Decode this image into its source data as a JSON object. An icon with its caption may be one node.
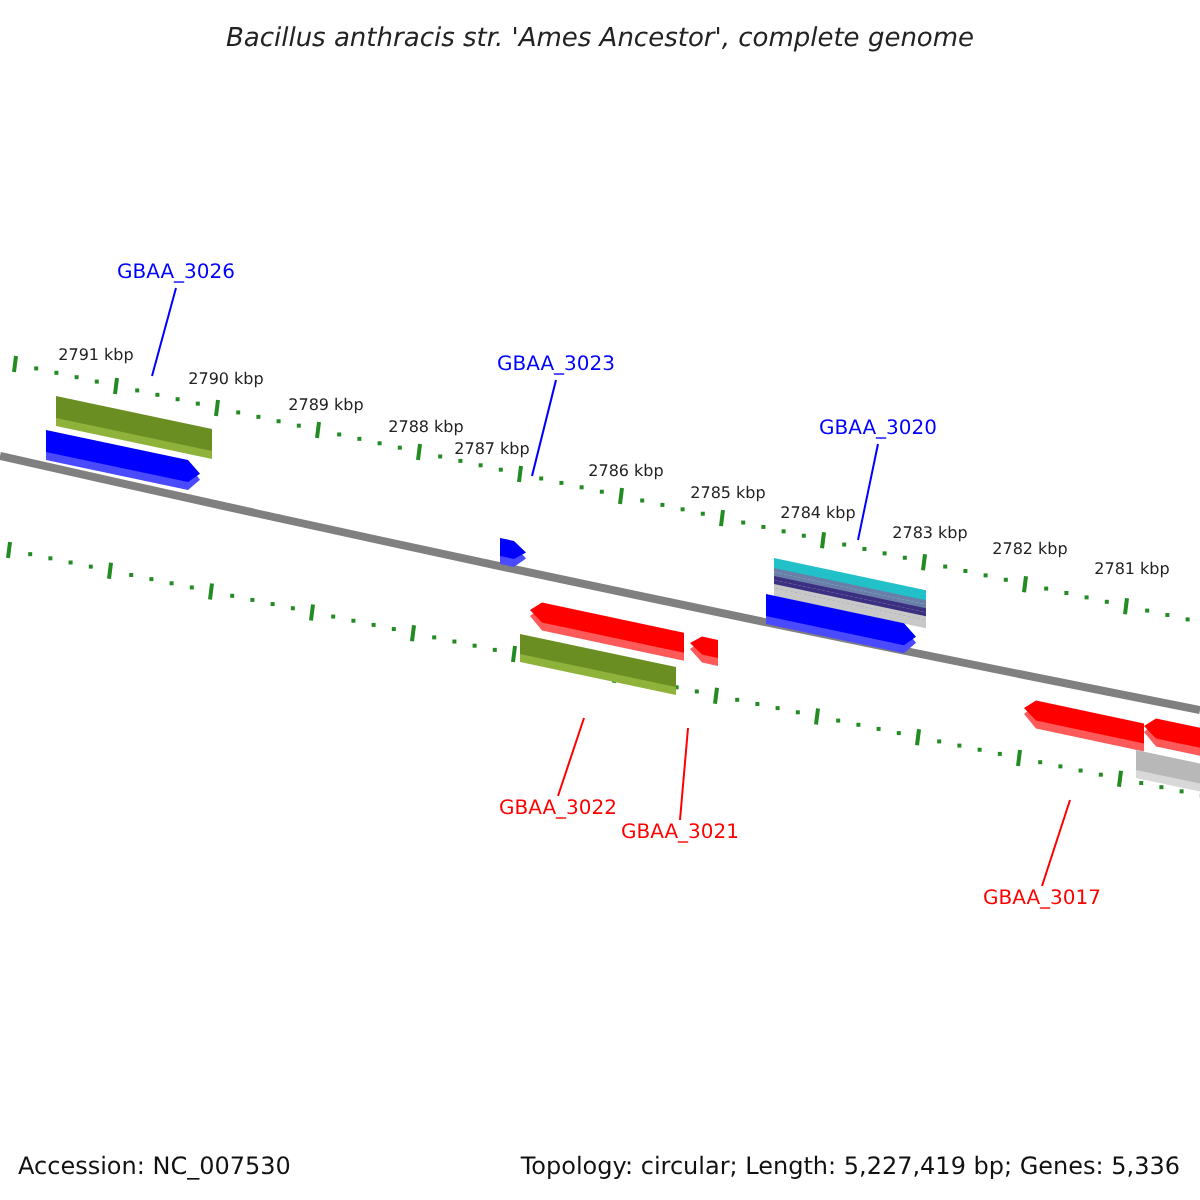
{
  "diagram": {
    "title": "Bacillus anthracis str. 'Ames Ancestor', complete genome",
    "nodes": [
      {
        "text": [
          "GBAA_3026"
        ]
      },
      {
        "text": [
          "GBAA_3023"
        ]
      },
      {
        "text": [
          "GBAA_3020"
        ]
      },
      {
        "text": [
          "GBAA_3022"
        ]
      },
      {
        "text": [
          "GBAA_3021"
        ]
      },
      {
        "text": [
          "GBAA_3017"
        ]
      }
    ],
    "edges": [
      {
        "from": 0,
        "to": null,
        "arrow": "none",
        "color": "#0000ff"
      },
      {
        "from": 1,
        "to": null,
        "arrow": "none",
        "color": "#0000ff"
      },
      {
        "from": 2,
        "to": null,
        "arrow": "none",
        "color": "#0000ff"
      },
      {
        "from": 3,
        "to": null,
        "arrow": "none",
        "color": "#ff0000"
      },
      {
        "from": 4,
        "to": null,
        "arrow": "none",
        "color": "#ff0000"
      },
      {
        "from": 5,
        "to": null,
        "arrow": "none",
        "color": "#ff0000"
      }
    ],
    "labels": [
      "2791 kbp",
      "2790 kbp",
      "2789 kbp",
      "2788 kbp",
      "2787 kbp",
      "2786 kbp",
      "2785 kbp",
      "2784 kbp",
      "2783 kbp",
      "2782 kbp",
      "2781 kbp",
      "Accession: NC_007530",
      "Topology: circular; Length: 5,227,419 bp; Genes: 5,336"
    ]
  }
}
